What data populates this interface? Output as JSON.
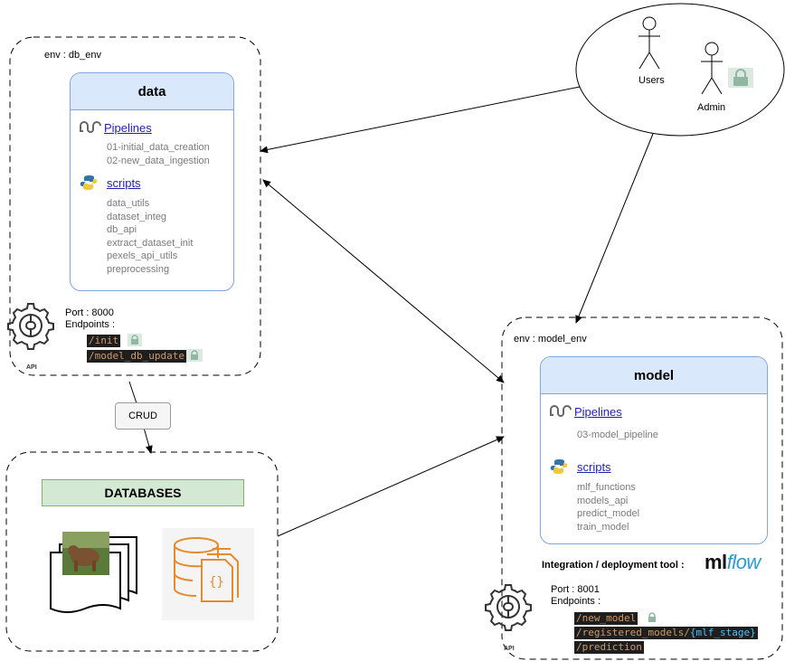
{
  "users_cloud": {
    "users_label": "Users",
    "admin_label": "Admin"
  },
  "db_env": {
    "env_label": "env : db_env",
    "card_title": "data",
    "pipelines_label": "Pipelines",
    "pipelines": [
      "01-initial_data_creation",
      "02-new_data_ingestion"
    ],
    "scripts_label": "scripts",
    "scripts": [
      "data_utils",
      "dataset_integ",
      "db_api",
      "extract_dataset_init",
      "pexels_api_utils",
      "preprocessing"
    ],
    "port": "Port : 8000",
    "endpoints_label": "Endpoints :",
    "endpoints": [
      "/init",
      "/model_db_update"
    ],
    "api_label": "API"
  },
  "crud_label": "CRUD",
  "databases": {
    "title": "DATABASES"
  },
  "model_env": {
    "env_label": "env : model_env",
    "card_title": "model",
    "pipelines_label": "Pipelines",
    "pipelines": [
      "03-model_pipeline"
    ],
    "scripts_label": "scripts",
    "scripts": [
      "mlf_functions",
      "models_api",
      "predict_model",
      "train_model"
    ],
    "tool_label": "Integration / deployment tool :",
    "mlflow_ml": "ml",
    "mlflow_flow": "flow",
    "port": "Port : 8001",
    "endpoints_label": "Endpoints :",
    "endpoint_new_model": "/new_model",
    "endpoint_registered_prefix": "/registered_models/",
    "endpoint_registered_var": "{mlf_stage}",
    "endpoint_prediction": "/prediction",
    "api_label": "API"
  },
  "colors": {
    "card_header": "#dae8fc",
    "card_border": "#7ea6e0",
    "db_header": "#d5e8d4",
    "lock_bg": "#8fb7a2"
  }
}
